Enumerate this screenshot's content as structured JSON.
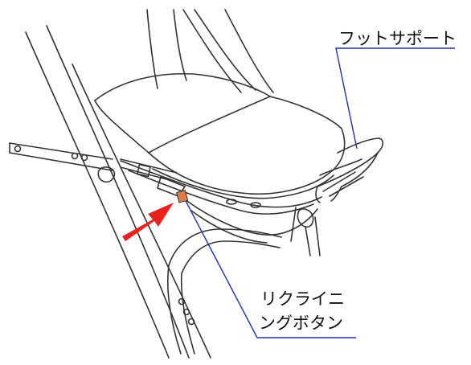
{
  "labels": {
    "foot_support": "フットサポート",
    "recline_line1": "リクライニ",
    "recline_line2": "ングボタン"
  },
  "colors": {
    "outline": "#333333",
    "leader": "#1f2fb0",
    "arrow": "#e8231d",
    "button": "#e07a4a",
    "background": "#ffffff"
  }
}
